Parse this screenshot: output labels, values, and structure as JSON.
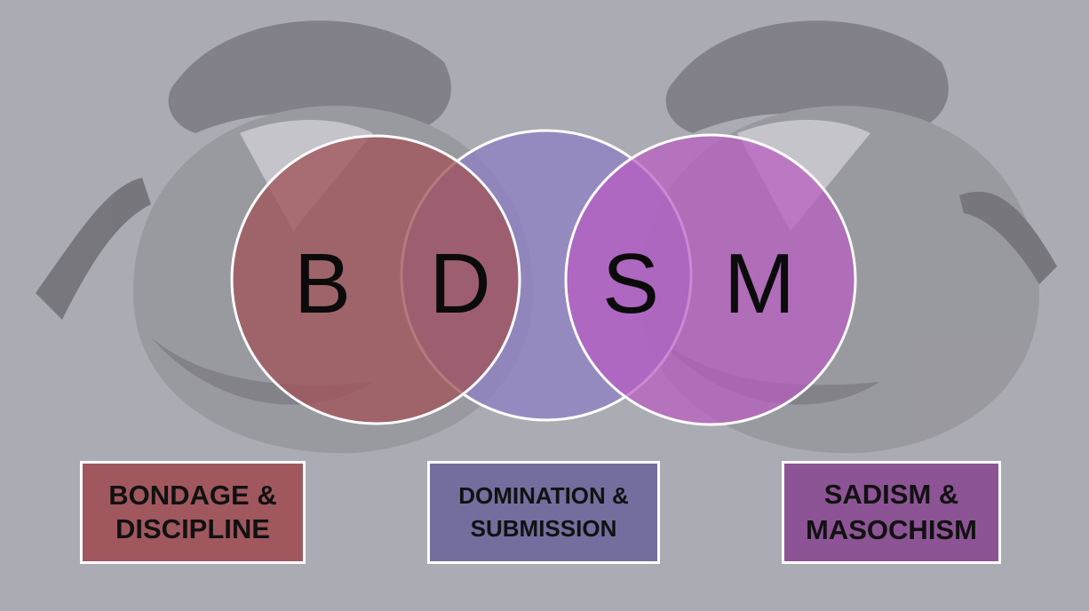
{
  "diagram": {
    "circles": [
      {
        "id": "bd",
        "letter": "B",
        "color": "#a0545a"
      },
      {
        "id": "ds",
        "letter": "D",
        "color": "#8e80c4"
      },
      {
        "id": "sm",
        "letter": "S",
        "color": "#b85cc0"
      },
      {
        "id": "m",
        "letter": "M"
      }
    ],
    "letters": [
      "B",
      "D",
      "S",
      "M"
    ]
  },
  "labels": {
    "bondage": {
      "line1": "BONDAGE &",
      "line2": "DISCIPLINE",
      "color": "#a0585e"
    },
    "domination": {
      "line1": "DOMINATION &",
      "line2": "SUBMISSION",
      "color": "#736e9e"
    },
    "sadism": {
      "line1": "SADISM &",
      "line2": "MASOCHISM",
      "color": "#8c5494"
    }
  },
  "colors": {
    "background": "#a9a8b0",
    "circle_stroke": "#ffffff",
    "text": "#0b0b0b"
  }
}
